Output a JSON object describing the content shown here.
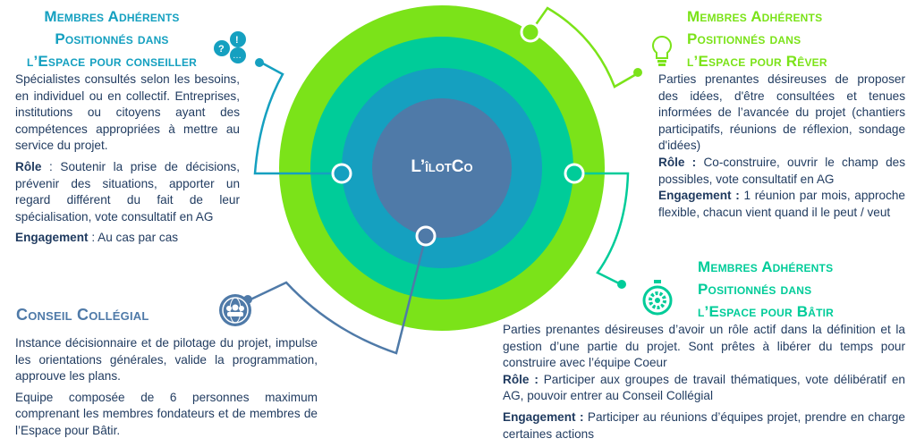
{
  "colors": {
    "outer": "#7BE319",
    "teal": "#00CC99",
    "blue": "#15A0C0",
    "core": "#4F7AA8",
    "navy": "#1f3a5f",
    "conseil": "#4F7AA8"
  },
  "center": {
    "label": "L’îlotCo"
  },
  "conseiller": {
    "title": [
      "Membres Adhérents",
      "Positionnés dans",
      "l’Espace pour conseiller"
    ],
    "description": "Spécialistes consultés selon les besoins, en individuel ou en collectif. Entreprises, institutions ou citoyens ayant des compétences appropriées à mettre au service du projet.",
    "role_label": "Rôle",
    "role": " : Soutenir la prise de décisions, prévenir des situations, apporter un regard différent du fait de leur spécialisation, vote consultatif en AG",
    "engagement_label": "Engagement",
    "engagement": " : Au cas par cas",
    "icon": "speech-bubbles-icon"
  },
  "rever": {
    "title": [
      "Membres Adhérents",
      "Positionnés dans",
      "l’Espace pour Rêver"
    ],
    "description": "Parties prenantes désireuses de proposer des idées, d'être consultées et tenues informées de l’avancée du projet (chantiers participatifs, réunions de réflexion, sondage d'idées)",
    "role_label": "Rôle :",
    "role": " Co-construire, ouvrir le champ des possibles, vote consultatif en AG",
    "engagement_label": "Engagement :",
    "engagement": " 1 réunion par mois, approche flexible, chacun vient quand il le peut / veut",
    "icon": "lightbulb-icon"
  },
  "batir": {
    "title": [
      "Membres Adhérents",
      "Positionnés dans",
      "l’Espace pour Bâtir"
    ],
    "description": "Parties prenantes désireuses d’avoir un rôle actif dans la définition et la gestion d’une partie du projet. Sont prêtes à libérer du temps pour construire avec l’équipe Coeur",
    "role_label": "Rôle :",
    "role": " Participer aux groupes de travail thématiques, vote délibératif en AG, pouvoir entrer au Conseil Collégial",
    "engagement_label": "Engagement :",
    "engagement": " Participer au réunions d’équipes projet, prendre en charge certaines actions",
    "icon": "stopwatch-gear-icon"
  },
  "conseil": {
    "title": "Conseil Collégial",
    "description": "Instance décisionnaire et de pilotage du projet, impulse les orientations générales, valide la programmation, approuve les plans.",
    "composition": "Equipe composée de 6 personnes maximum comprenant les membres fondateurs et de membres de l’Espace pour Bâtir.",
    "icon": "globe-people-icon"
  }
}
